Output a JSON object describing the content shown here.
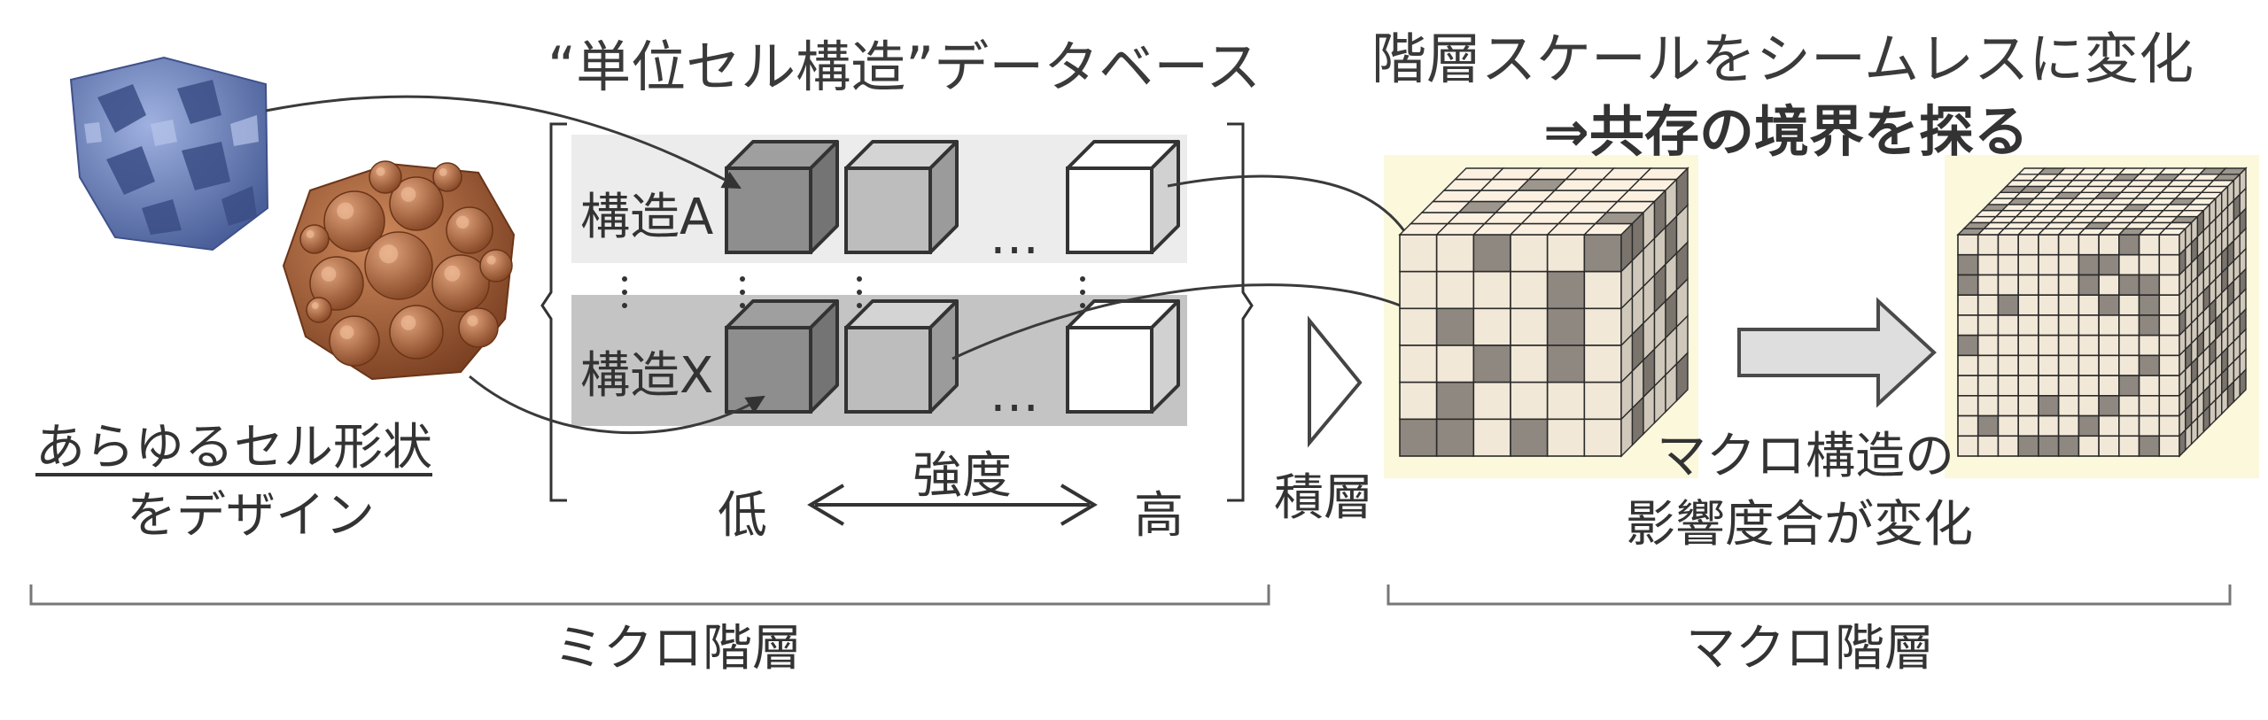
{
  "micro": {
    "database_title": "“単位セル構造”データベース",
    "design_line1": "あらゆるセル形状",
    "design_line2": "をデザイン",
    "row_a_label": "構造A",
    "row_x_label": "構造X",
    "ellipsis": "…",
    "strength_label": "強度",
    "low_label": "低",
    "high_label": "高",
    "section_label": "ミクロ階層"
  },
  "stack_label": "積層",
  "macro": {
    "title_line1": "階層スケールをシームレスに変化",
    "title_line2": "⇒共存の境界を探る",
    "influence_line1": "マクロ構造の",
    "influence_line2": "影響度合が変化",
    "section_label": "マクロ階層"
  },
  "colors": {
    "gyroid_blue": "#6f85bf",
    "foam_copper": "#a0603a",
    "row_a_band": "#ececec",
    "row_x_band": "#c4c4c4",
    "cube_dark": "#8e8e8e",
    "cube_mid": "#bdbdbd",
    "cube_light": "#ffffff",
    "macro_highlight": "#fbf8dc",
    "lattice_light": "#f2e8d8",
    "lattice_dark": "#8f8880"
  }
}
